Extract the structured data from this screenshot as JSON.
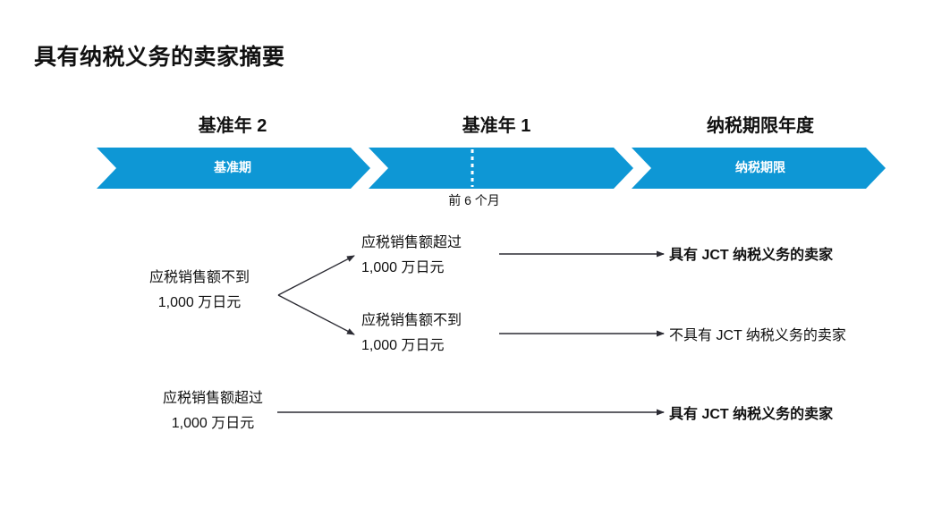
{
  "slide": {
    "title": "具有纳税义务的卖家摘要",
    "background_color": "#ffffff",
    "accent_color": "#0e97d5",
    "text_color": "#111111"
  },
  "timeline": {
    "headers": [
      {
        "label": "基准年 2"
      },
      {
        "label": "基准年 1"
      },
      {
        "label": "纳税期限年度"
      }
    ],
    "segments": [
      {
        "label": "基准期",
        "color": "#0e97d5"
      },
      {
        "label": "",
        "color": "#0e97d5",
        "divider": "dotted"
      },
      {
        "label": "纳税期限",
        "color": "#0e97d5"
      }
    ],
    "note": "前 6 个月"
  },
  "flow": {
    "base_node_a": {
      "line1": "应税销售额不到",
      "line2": "1,000 万日元"
    },
    "branch_top": {
      "line1": "应税销售额超过",
      "line2": "1,000 万日元"
    },
    "branch_bottom": {
      "line1": "应税销售额不到",
      "line2": "1,000 万日元"
    },
    "base_node_b": {
      "line1": "应税销售额超过",
      "line2": "1,000 万日元"
    },
    "outcomes": [
      {
        "label": "具有 JCT 纳税义务的卖家",
        "emphasis": "bold"
      },
      {
        "label": "不具有 JCT 纳税义务的卖家",
        "emphasis": "normal"
      },
      {
        "label": "具有 JCT 纳税义务的卖家",
        "emphasis": "bold"
      }
    ]
  }
}
